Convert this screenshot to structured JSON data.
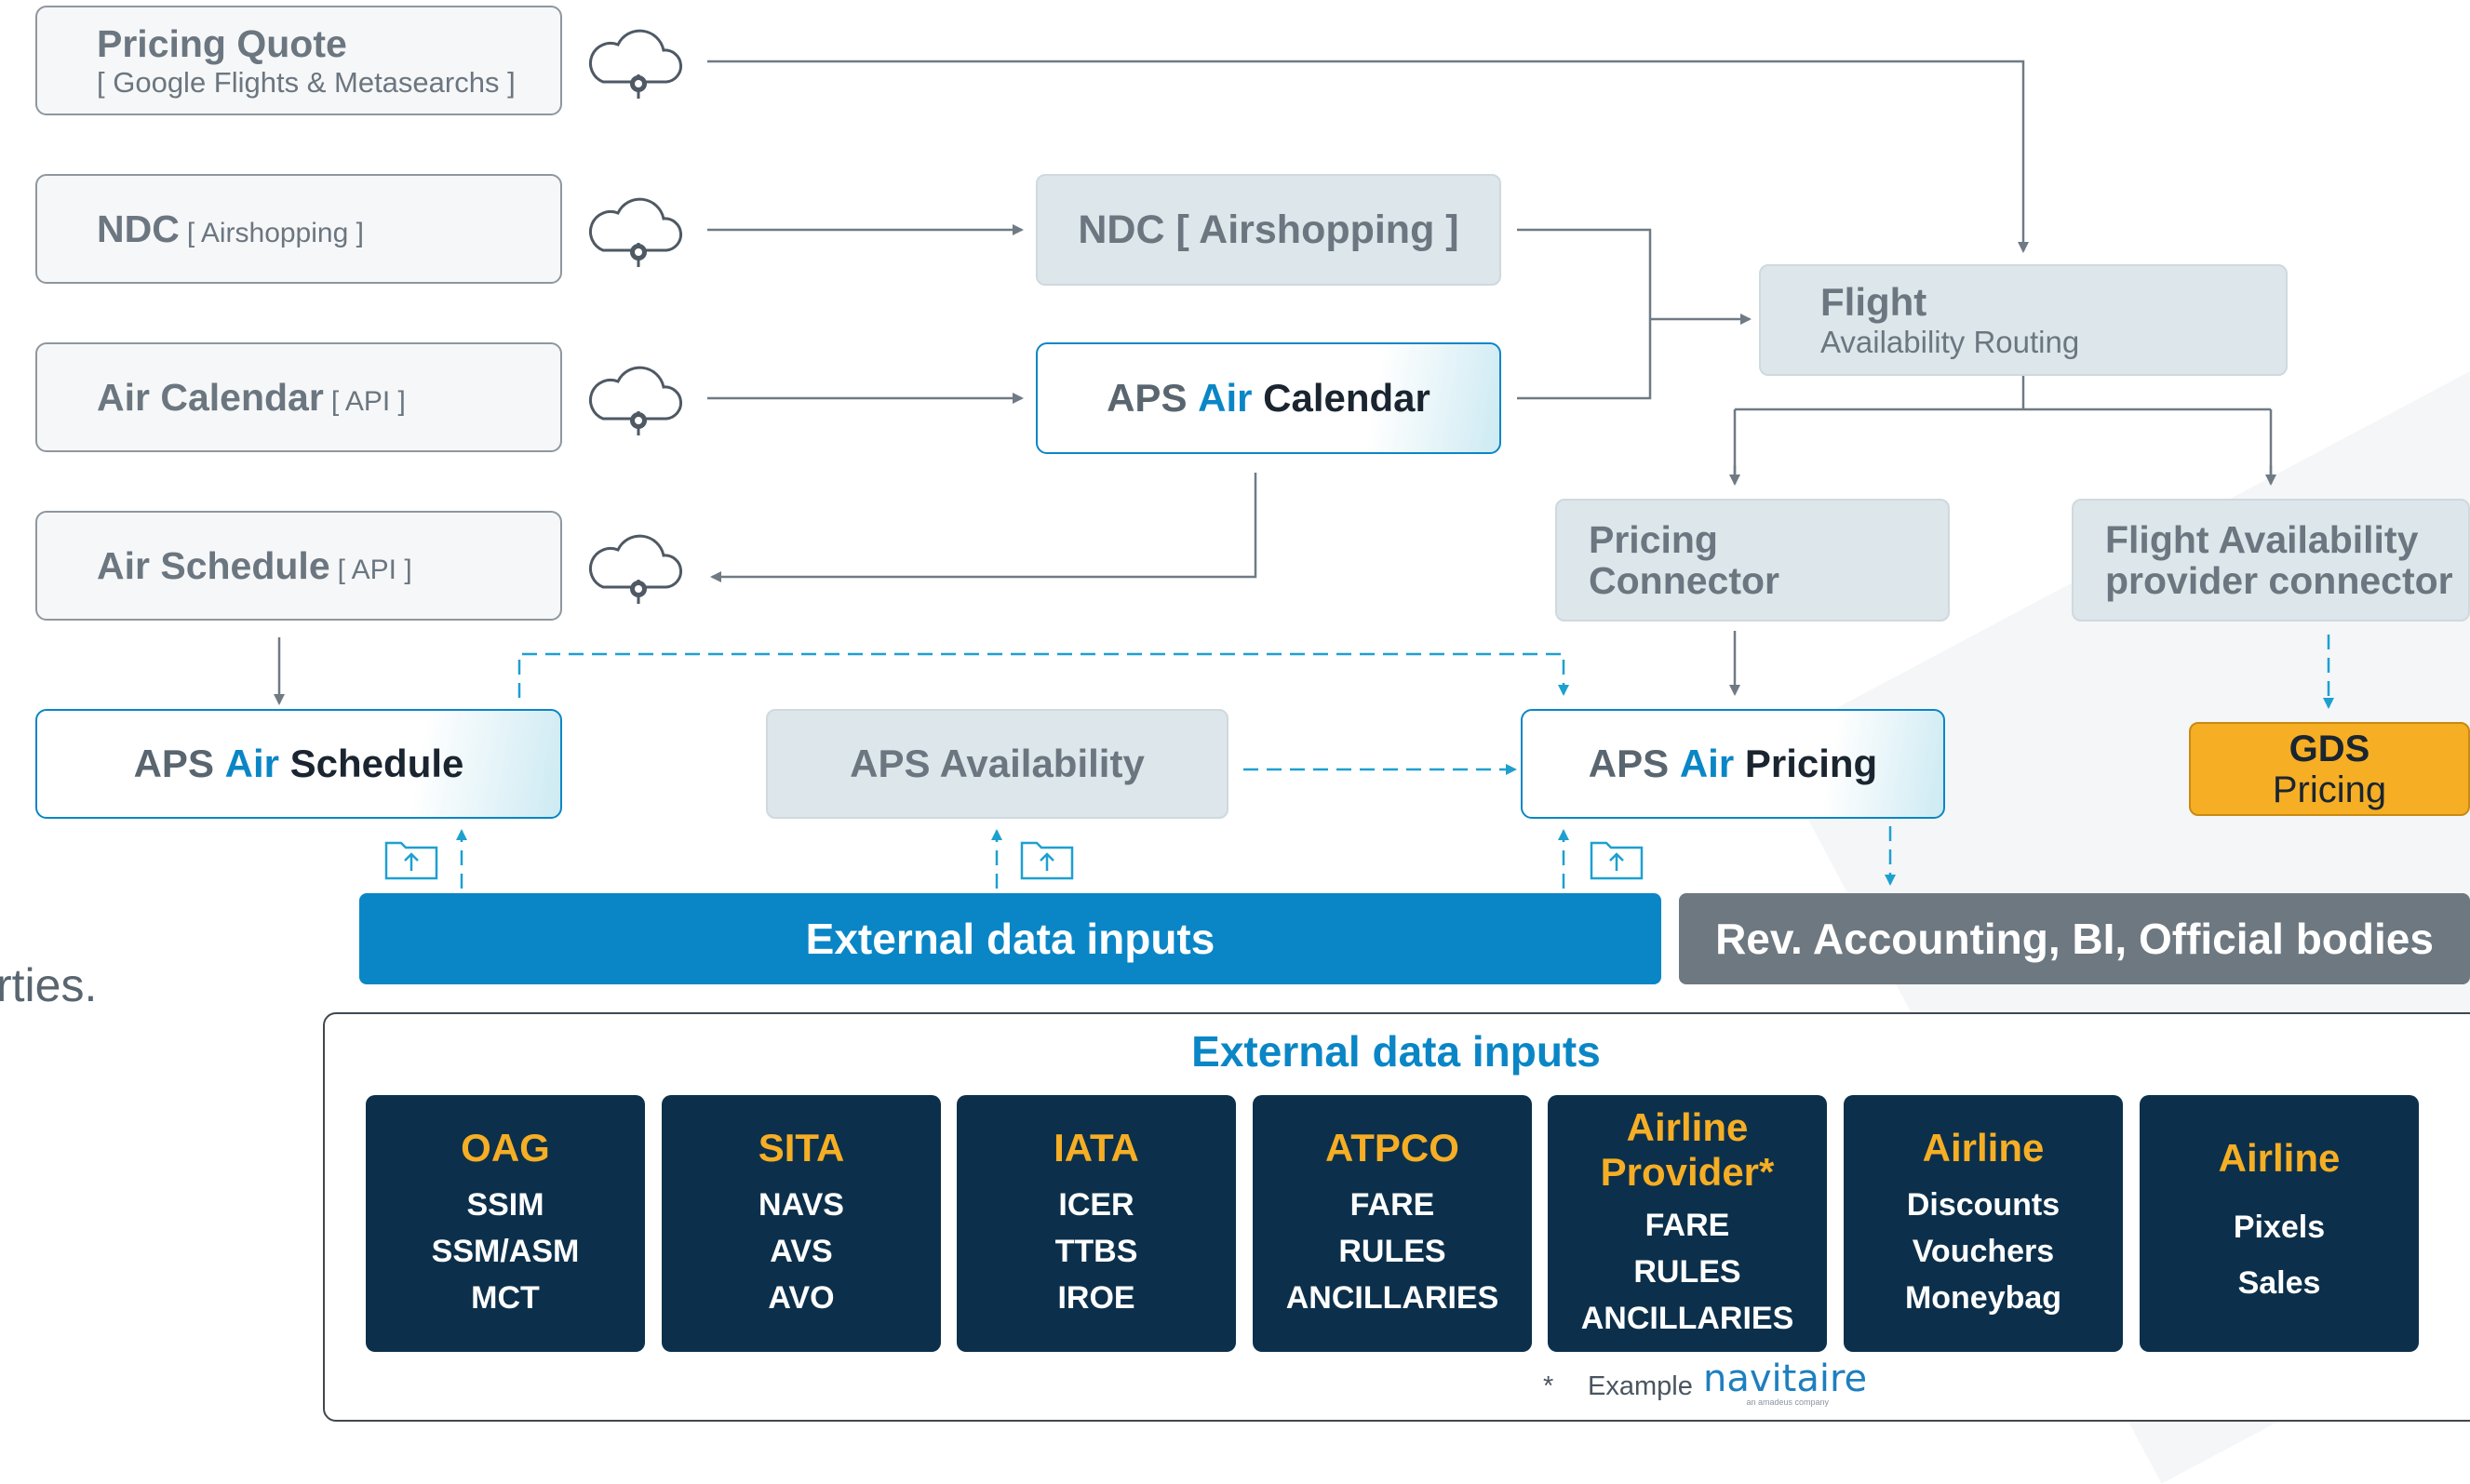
{
  "side_text": "rties.",
  "sources": {
    "pricing_quote": {
      "title": "Pricing Quote",
      "sub": "[ Google Flights & Metasearchs ]"
    },
    "ndc": {
      "title": "NDC",
      "sub": "[ Airshopping ]"
    },
    "air_calendar": {
      "title": "Air Calendar",
      "sub": "[ API ]"
    },
    "air_schedule": {
      "title": "Air Schedule",
      "sub": "[ API ]"
    }
  },
  "nodes": {
    "ndc_airshopping": "NDC [ Airshopping ]",
    "flight_title": "Flight",
    "flight_sub": "Availability Routing",
    "pricing_connector": [
      "Pricing",
      "Connector"
    ],
    "flight_availability_connector": [
      "Flight Availability",
      "provider connector"
    ],
    "aps_prefix": "APS",
    "air_word": "Air",
    "calendar_word": "Calendar",
    "schedule_word": "Schedule",
    "pricing_word": "Pricing",
    "aps_availability": "APS Availability",
    "gds": [
      "GDS",
      "Pricing"
    ]
  },
  "bars": {
    "external_inputs": "External data inputs",
    "rev_accounting": "Rev. Accounting, BI, Official bodies"
  },
  "panel": {
    "title": "External data inputs",
    "cards": [
      {
        "header": [
          "OAG"
        ],
        "items": [
          "SSIM",
          "SSM/ASM",
          "MCT"
        ]
      },
      {
        "header": [
          "SITA"
        ],
        "items": [
          "NAVS",
          "AVS",
          "AVO"
        ]
      },
      {
        "header": [
          "IATA"
        ],
        "items": [
          "ICER",
          "TTBS",
          "IROE"
        ]
      },
      {
        "header": [
          "ATPCO"
        ],
        "items": [
          "FARE",
          "RULES",
          "ANCILLARIES"
        ]
      },
      {
        "header": [
          "Airline",
          "Provider*"
        ],
        "items": [
          "FARE",
          "RULES",
          "ANCILLARIES"
        ]
      },
      {
        "header": [
          "Airline"
        ],
        "items": [
          "Discounts",
          "Vouchers",
          "Moneybag"
        ]
      },
      {
        "header": [
          "Airline"
        ],
        "items": [
          "Pixels",
          "Sales"
        ]
      }
    ],
    "footnote_star": "*",
    "footnote_example": "Example",
    "logo_text": "navitaire",
    "logo_sub": "an amadeus company"
  },
  "colors": {
    "accent_blue": "#0a86c6",
    "navy_card": "#0c304b",
    "orange": "#f6ae24",
    "grey_bar": "#6d7881",
    "node_grey": "#dde6ea"
  },
  "icons": {
    "cloud": "cloud-connection-icon",
    "upload": "folder-upload-icon"
  }
}
